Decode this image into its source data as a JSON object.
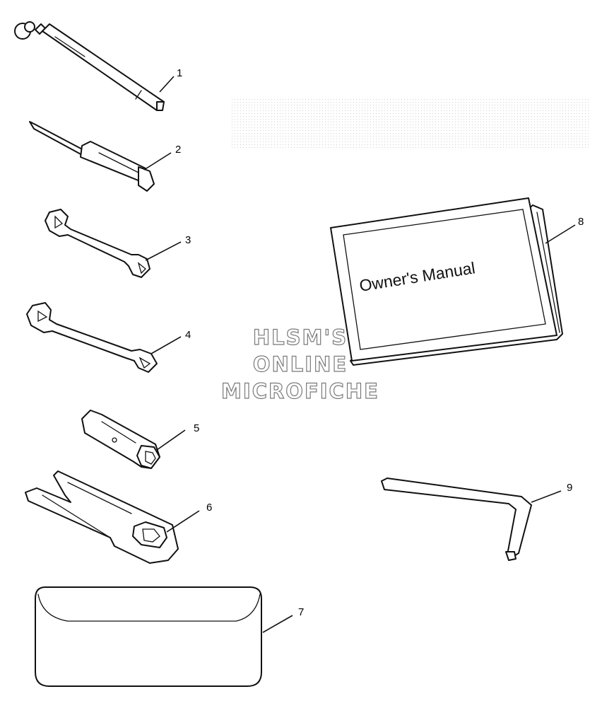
{
  "diagram": {
    "manual_label": "Owner's Manual",
    "callouts": [
      "1",
      "2",
      "3",
      "4",
      "5",
      "6",
      "7",
      "8",
      "9"
    ],
    "watermark": {
      "line1": "HLSM'S",
      "line2": "ONLINE",
      "line3": "MICROFICHE"
    },
    "colors": {
      "line": "#111111",
      "watermark_outline": "#7a7a7a",
      "background": "#ffffff"
    }
  }
}
